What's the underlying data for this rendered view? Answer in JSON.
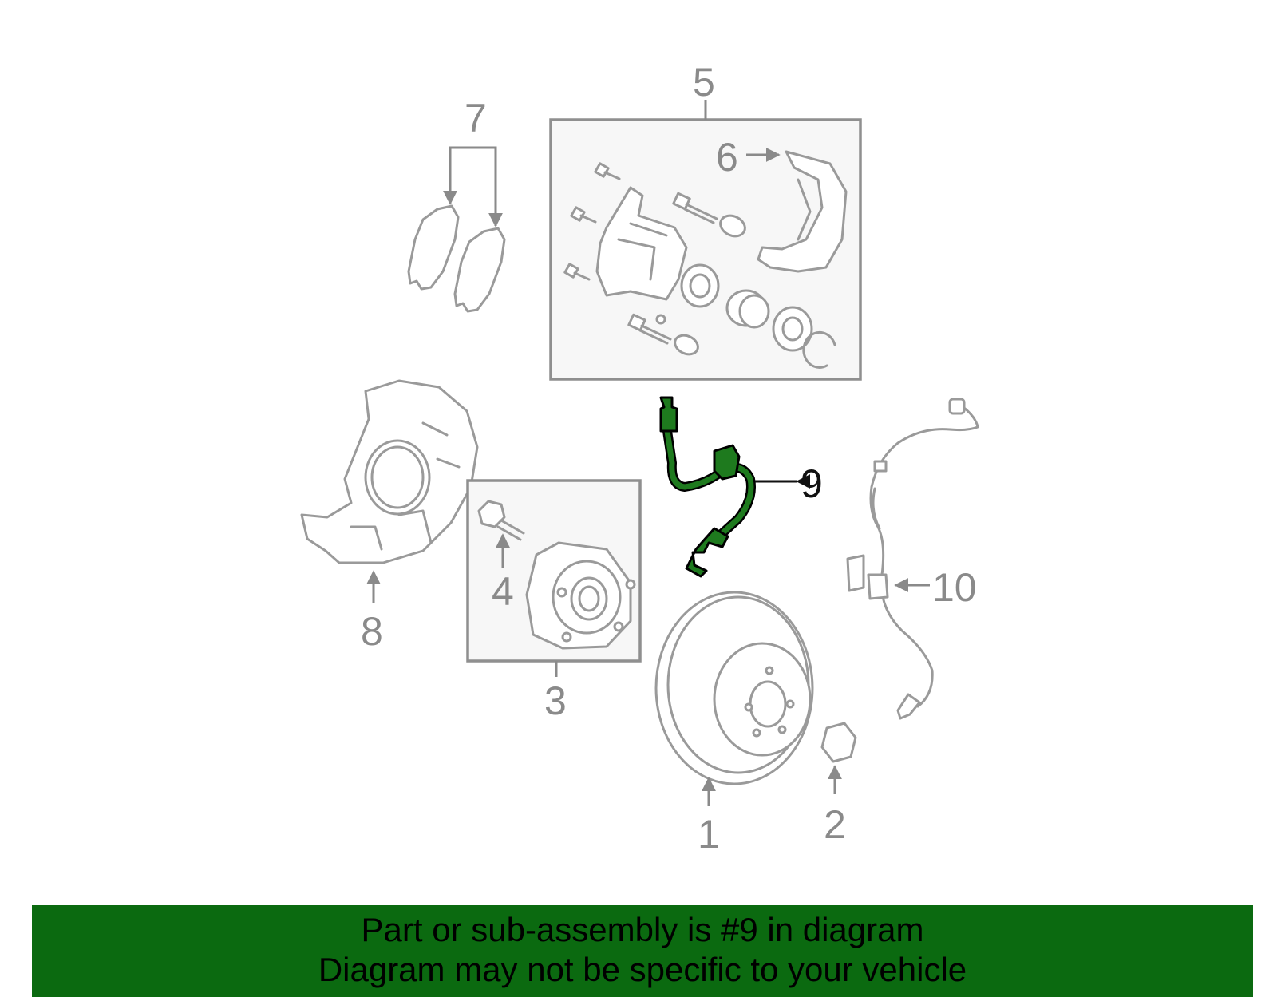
{
  "diagram": {
    "highlight_color": "#1e7a1e",
    "callouts": {
      "c1": "1",
      "c2": "2",
      "c3": "3",
      "c4": "4",
      "c5": "5",
      "c6": "6",
      "c7": "7",
      "c8": "8",
      "c9": "9",
      "c10": "10"
    },
    "highlighted_part": "9"
  },
  "banner": {
    "background": "#0b6a10",
    "line1": "Part or sub-assembly is #9 in diagram",
    "line2": "Diagram may not be specific to your vehicle"
  }
}
